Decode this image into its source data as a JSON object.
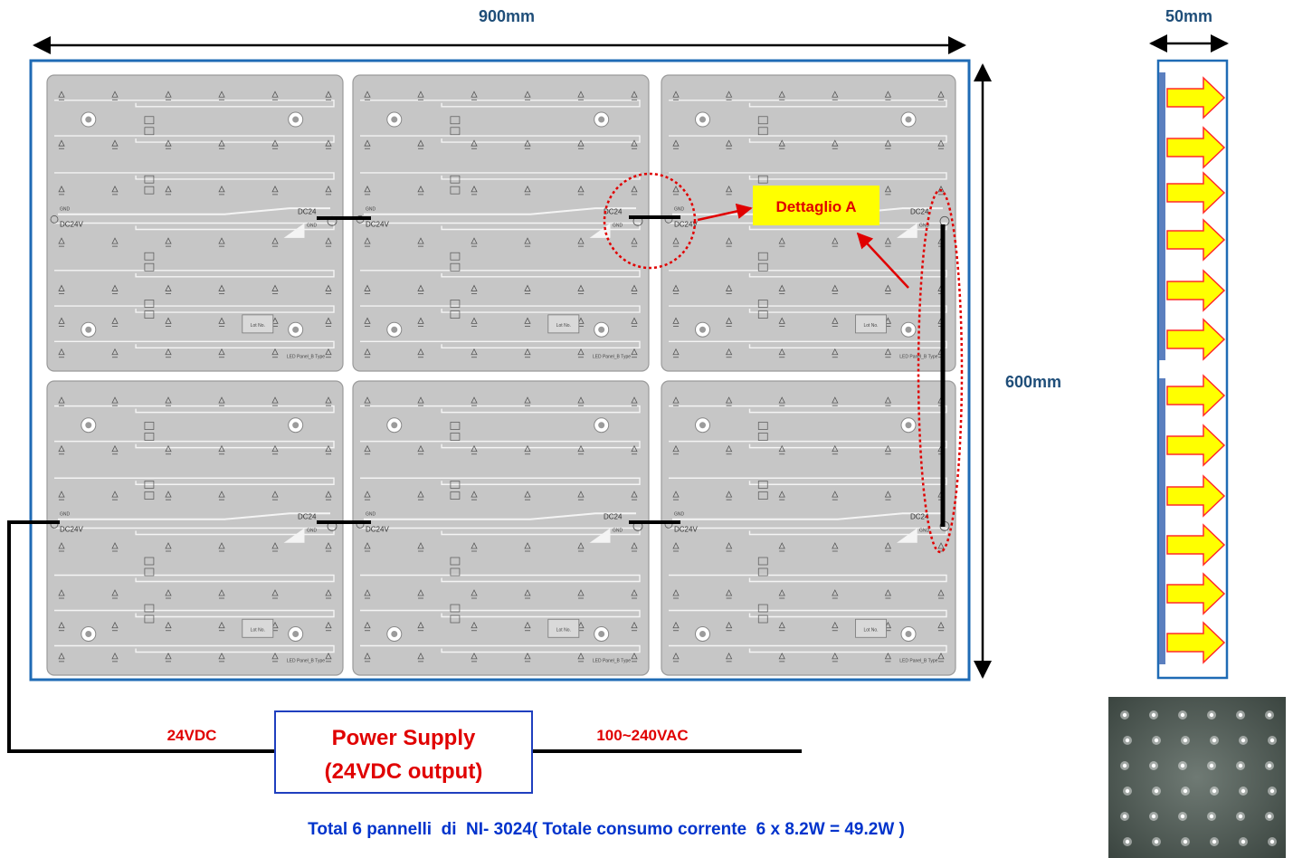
{
  "dimensions": {
    "width_label": "900mm",
    "height_label": "600mm",
    "depth_label": "50mm"
  },
  "panel_labels": {
    "dc_label": "DC24V",
    "dc_label_edge": "DC24",
    "gnd_label": "GND",
    "lot_label": "Lot No.",
    "model_label": "LED Panel_B Type"
  },
  "callout": {
    "label": "Dettaglio A"
  },
  "power": {
    "dc_label": "24VDC",
    "ac_label": "100~240VAC",
    "psu_line1": "Power Supply",
    "psu_line2": "(24VDC output)"
  },
  "footer": {
    "total_text": "Total 6 pannelli  di  NI- 3024( Totale consumo corrente  6 x 8.2W = 49.2W )"
  },
  "colors": {
    "frame_blue": "#1f6bb5",
    "pcb_gray": "#c6c6c6",
    "arrow_yellow": "#ffff00",
    "arrow_outline": "#ff2a2a",
    "callout_yellow": "#ffff00",
    "text_red": "#e00000",
    "text_blue": "#0033cc"
  }
}
